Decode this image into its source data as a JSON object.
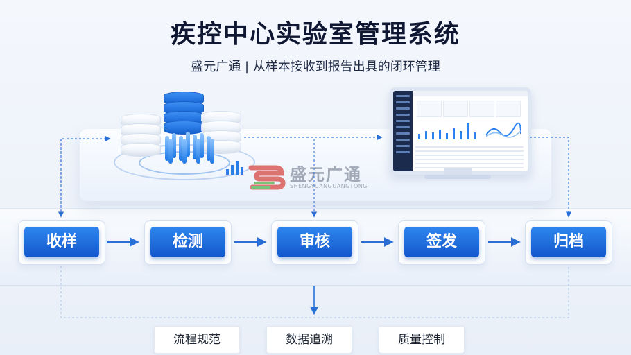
{
  "header": {
    "title": "疾控中心实验室管理系统",
    "subtitle": "盛元广通 | 从样本接收到报告出具的闭环管理"
  },
  "workflow": {
    "steps": [
      "收样",
      "检测",
      "审核",
      "签发",
      "归档"
    ]
  },
  "features": [
    "流程规范",
    "数据追溯",
    "质量控制"
  ],
  "watermark": {
    "brand": "盛元广通",
    "pinyin": "SHENGYUANGUANGTONG"
  },
  "colors": {
    "accent": "#1a6fe0",
    "dark_text": "#0f1733",
    "watermark_red": "#d9534f",
    "watermark_green": "#5cb85c"
  }
}
